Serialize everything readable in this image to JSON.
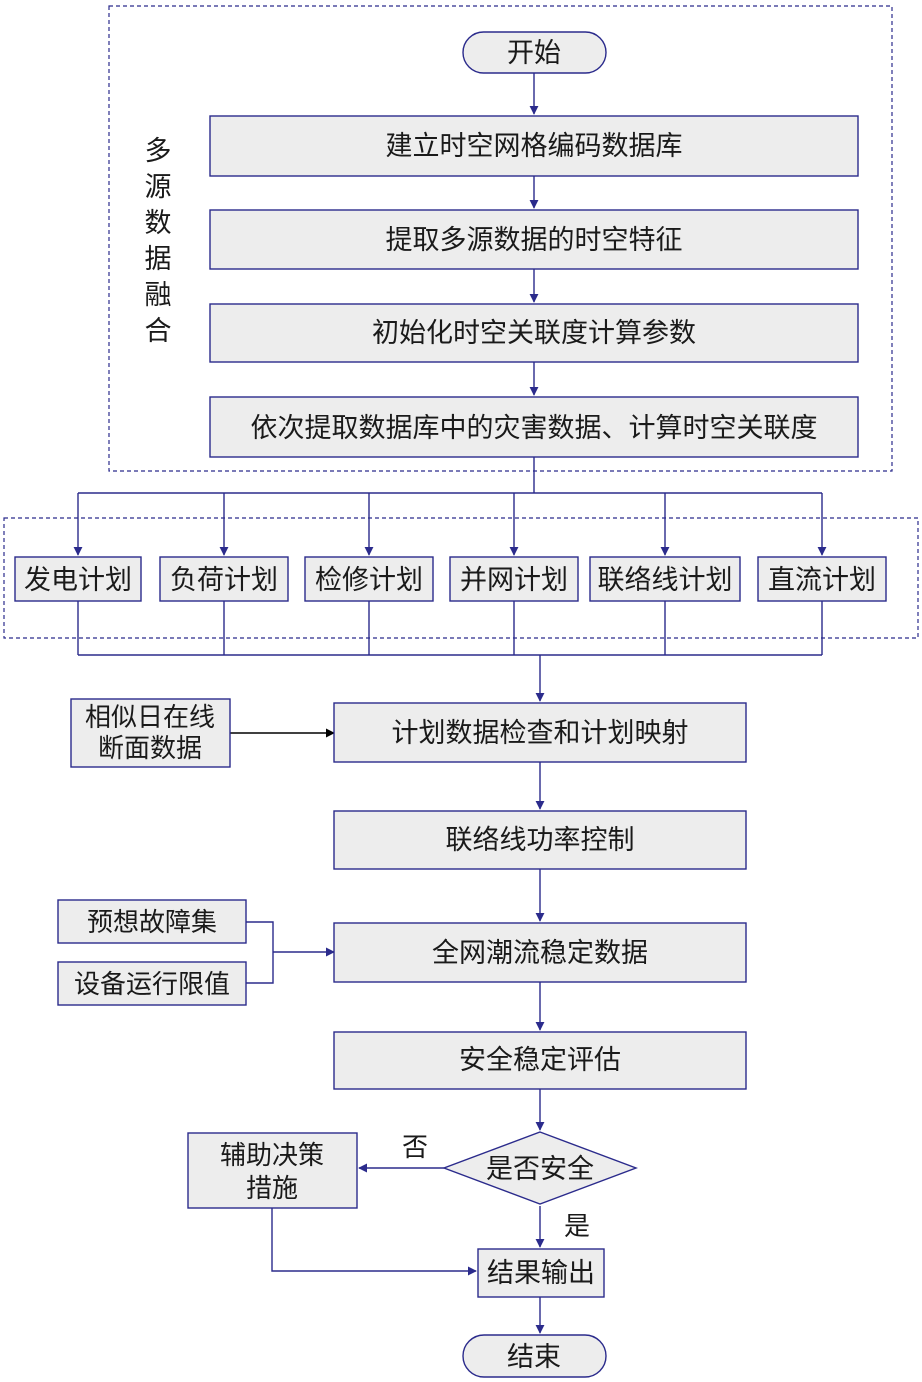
{
  "nodes": {
    "start": "开始",
    "build_db": "建立时空网格编码数据库",
    "extract_features": "提取多源数据的时空特征",
    "init_params": "初始化时空关联度计算参数",
    "calc_relevance": "依次提取数据库中的灾害数据、计算时空关联度",
    "plan_generation": "发电计划",
    "plan_load": "负荷计划",
    "plan_maintenance": "检修计划",
    "plan_grid_connection": "并网计划",
    "plan_tie_line": "联络线计划",
    "plan_dc": "直流计划",
    "similar_day_line1": "相似日在线",
    "similar_day_line2": "断面数据",
    "plan_check": "计划数据检查和计划映射",
    "tie_line_control": "联络线功率控制",
    "contingency_set": "预想故障集",
    "equipment_limits": "设备运行限值",
    "powerflow_data": "全网潮流稳定数据",
    "safety_eval": "安全稳定评估",
    "is_safe": "是否安全",
    "aux_line1": "辅助决策",
    "aux_line2": "措施",
    "result_output": "结果输出",
    "end": "结束"
  },
  "group_labels": {
    "fusion_chars": [
      "多",
      "源",
      "数",
      "据",
      "融",
      "合"
    ]
  },
  "edge_labels": {
    "no": "否",
    "yes": "是"
  },
  "colors": {
    "stroke": "#2b2b8c",
    "fill": "#ededed",
    "text": "#1a1a1a"
  }
}
